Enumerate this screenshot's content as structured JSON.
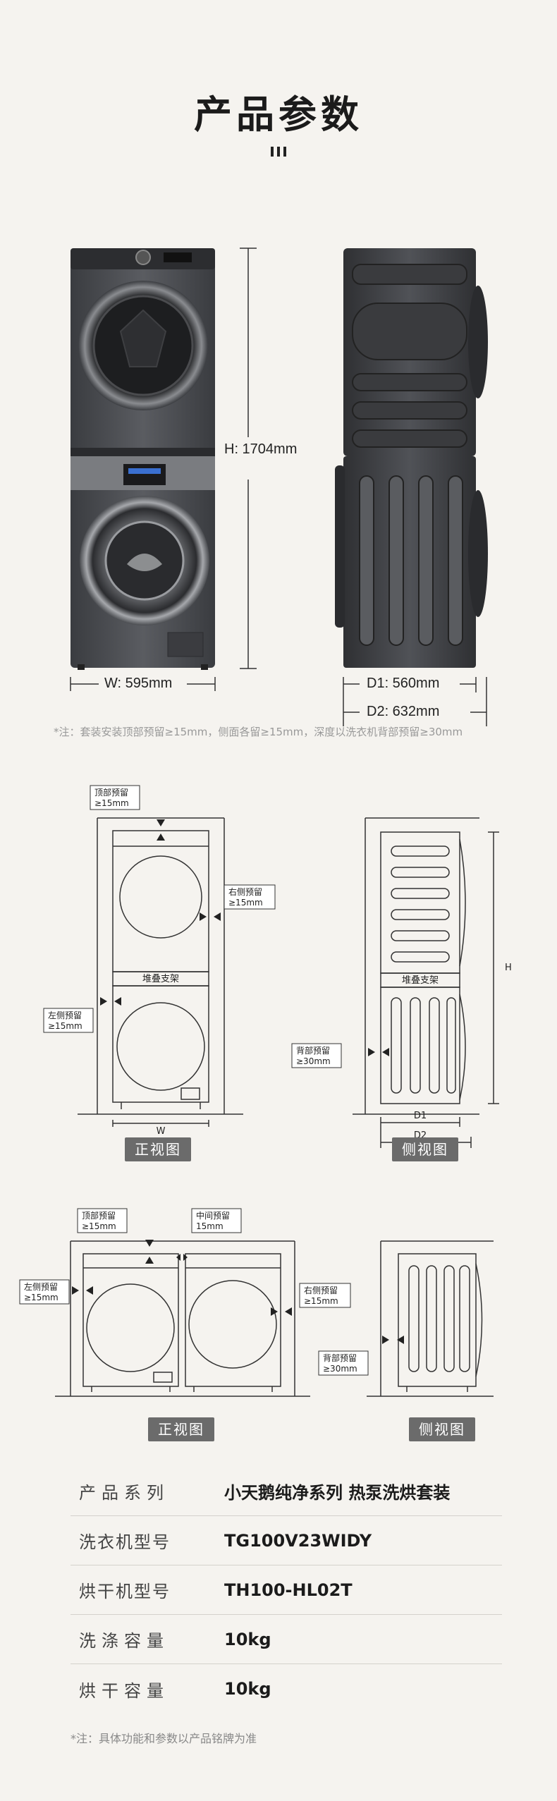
{
  "header": {
    "title": "产品参数"
  },
  "photo_diagram": {
    "height_label": "H: 1704mm",
    "width_label": "W: 595mm",
    "depth1_label": "D1: 560mm",
    "depth2_label": "D2: 632mm",
    "note": "*注：套装安装顶部预留≥15mm，侧面各留≥15mm，深度以洗衣机背部预留≥30mm"
  },
  "stacked_front": {
    "top_label_1": "顶部预留",
    "top_label_2": "≥15mm",
    "right_label_1": "右侧预留",
    "right_label_2": "≥15mm",
    "left_label_1": "左侧预留",
    "left_label_2": "≥15mm",
    "stack_label": "堆叠支架",
    "w_label": "W",
    "pill": "正视图"
  },
  "stacked_side": {
    "back_label_1": "背部预留",
    "back_label_2": "≥30mm",
    "h_label": "H",
    "d1_label": "D1",
    "d2_label": "D2",
    "pill": "侧视图"
  },
  "side_by_side_front": {
    "top_label_1": "顶部预留",
    "top_label_2": "≥15mm",
    "mid_label_1": "中间预留",
    "mid_label_2": "15mm",
    "left_label_1": "左侧预留",
    "left_label_2": "≥15mm",
    "right_label_1": "右侧预留",
    "right_label_2": "≥15mm",
    "pill": "正视图"
  },
  "side_by_side_side": {
    "back_label_1": "背部预留",
    "back_label_2": "≥30mm",
    "pill": "侧视图"
  },
  "specs": [
    {
      "key": "产品系列",
      "value": "小天鹅纯净系列 热泵洗烘套装"
    },
    {
      "key": "洗衣机型号",
      "value": "TG100V23WIDY"
    },
    {
      "key": "烘干机型号",
      "value": "TH100-HL02T"
    },
    {
      "key": "洗涤容量",
      "value": "10kg"
    },
    {
      "key": "烘干容量",
      "value": "10kg"
    }
  ],
  "footer": {
    "note": "*注：具体功能和参数以产品铭牌为准"
  },
  "colors": {
    "background": "#f5f3ef",
    "machine_body": "#4a4c50",
    "pill": "#6b6b6b",
    "line": "#222222"
  }
}
